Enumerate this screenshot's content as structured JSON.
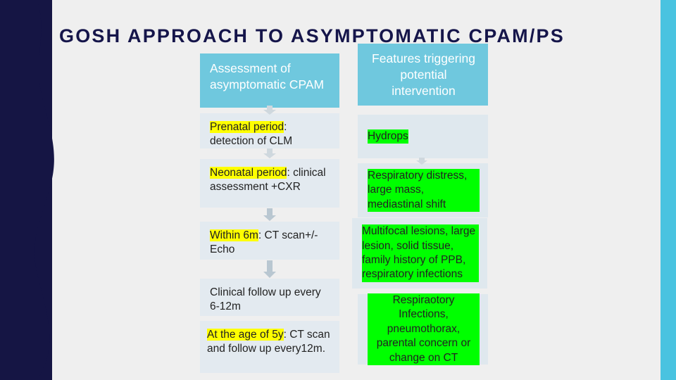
{
  "slide": {
    "title": "GOSH APPROACH TO ASYMPTOMATIC CPAM/PS",
    "colors": {
      "left_band": "#151544",
      "right_band": "#49c3e0",
      "header_box": "#6fc8de",
      "left_box": "#e3eaf0",
      "right_box": "#dfe8ee",
      "title_text": "#15154a",
      "highlight_yellow": "#ffff00",
      "highlight_green": "#00ff00"
    }
  },
  "columns": {
    "left_header": "Assessment of asymptomatic CPAM",
    "right_header": "Features triggering potential intervention"
  },
  "left_steps": [
    {
      "id": "prenatal",
      "highlight": "Prenatal period",
      "rest": ": detection of CLM"
    },
    {
      "id": "neonatal",
      "highlight": "Neonatal period",
      "rest": ": clinical assessment +CXR"
    },
    {
      "id": "within-6m",
      "highlight": "Within 6m",
      "rest": ": CT scan+/- Echo"
    },
    {
      "id": "clinical-follow-up",
      "highlight": "",
      "rest": "Clinical follow up every 6-12m"
    },
    {
      "id": "age-5y",
      "highlight": "At the age of 5y",
      "rest": ": CT scan and follow up every12m."
    }
  ],
  "right_features": [
    {
      "id": "hydrops",
      "text": "Hydrops"
    },
    {
      "id": "respiratory-distress",
      "text": "Respiratory distress, large mass, mediastinal shift"
    },
    {
      "id": "multifocal-lesions",
      "text": "Multifocal lesions, large lesion, solid tissue, family history of PPB, respiratory infections"
    },
    {
      "id": "respiratory-infections",
      "text": "Respiraotory Infections, pneumothorax, parental concern or change on CT"
    }
  ]
}
